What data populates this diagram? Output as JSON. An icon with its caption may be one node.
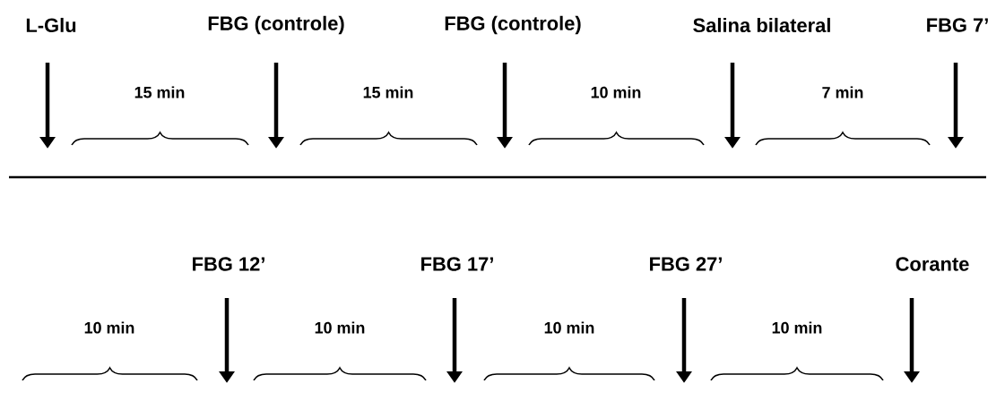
{
  "diagram": {
    "nodes": [
      {
        "text": [
          "L-Glu"
        ]
      },
      {
        "text": [
          "**FBG** (controle)"
        ]
      },
      {
        "text": [
          "**FBG** (controle)"
        ]
      },
      {
        "text": [
          "**Salina** bilateral"
        ]
      },
      {
        "text": [
          "FBG 7’"
        ]
      },
      {
        "text": [
          "FBG 12’"
        ]
      },
      {
        "text": [
          "FBG 17’"
        ]
      },
      {
        "text": [
          "FBG 27’"
        ]
      },
      {
        "text": [
          "Corante"
        ]
      }
    ],
    "edges": [
      {
        "from": 0,
        "to": null,
        "arrow": "to"
      },
      {
        "from": 1,
        "to": null,
        "arrow": "to"
      },
      {
        "from": 2,
        "to": null,
        "arrow": "to"
      },
      {
        "from": 3,
        "to": null,
        "arrow": "to"
      },
      {
        "from": 4,
        "to": null,
        "arrow": "to"
      },
      {
        "from": 5,
        "to": null,
        "arrow": "to"
      },
      {
        "from": 6,
        "to": null,
        "arrow": "to"
      },
      {
        "from": 7,
        "to": null,
        "arrow": "to"
      },
      {
        "from": 8,
        "to": null,
        "arrow": "to"
      }
    ],
    "labels": [
      "15 min",
      "15 min",
      "10 min",
      "7 min",
      "10 min",
      "10 min",
      "10 min",
      "10 min"
    ]
  }
}
